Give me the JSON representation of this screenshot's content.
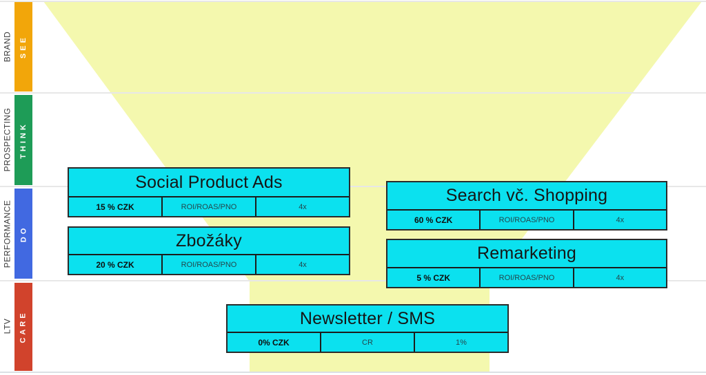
{
  "diagram": {
    "type": "marketing-funnel",
    "funnel_color": "#f4f8ae",
    "box_color": "#0be1ef"
  },
  "stages": [
    {
      "outer_label": "BRAND",
      "phase_label": "SEE",
      "color": "#f2a60a"
    },
    {
      "outer_label": "PROSPECTING",
      "phase_label": "THINK",
      "color": "#1e9c57"
    },
    {
      "outer_label": "PERFORMANCE",
      "phase_label": "DO",
      "color": "#4169e1"
    },
    {
      "outer_label": "LTV",
      "phase_label": "CARE",
      "color": "#d1432c"
    }
  ],
  "boxes": [
    {
      "title": "Social Product Ads",
      "metrics": [
        "15 % CZK",
        "ROI/ROAS/PNO",
        "4x"
      ]
    },
    {
      "title": "Zbožáky",
      "metrics": [
        "20 % CZK",
        "ROI/ROAS/PNO",
        "4x"
      ]
    },
    {
      "title": "Search vč. Shopping",
      "metrics": [
        "60 % CZK",
        "ROI/ROAS/PNO",
        "4x"
      ]
    },
    {
      "title": "Remarketing",
      "metrics": [
        "5 % CZK",
        "ROI/ROAS/PNO",
        "4x"
      ]
    },
    {
      "title": "Newsletter / SMS",
      "metrics": [
        "0% CZK",
        "CR",
        "1%"
      ]
    }
  ]
}
